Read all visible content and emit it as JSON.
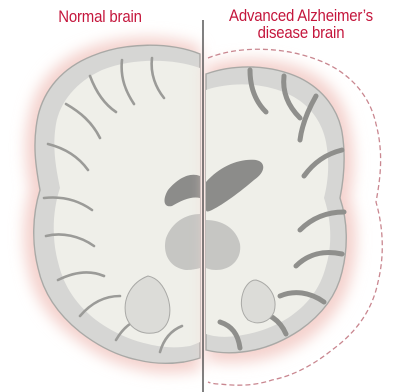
{
  "labels": {
    "normal": "Normal brain",
    "alzheimers_line1": "Advanced Alzheimer’s",
    "alzheimers_line2": "disease brain"
  },
  "colors": {
    "label": "#c4163c",
    "cortex": "#d6d6d4",
    "white_matter": "#efefe9",
    "ventricle": "#8c8c8a",
    "halo": "#f6d8d4",
    "outline": "#c98790",
    "divider": "#4a4a4a"
  }
}
